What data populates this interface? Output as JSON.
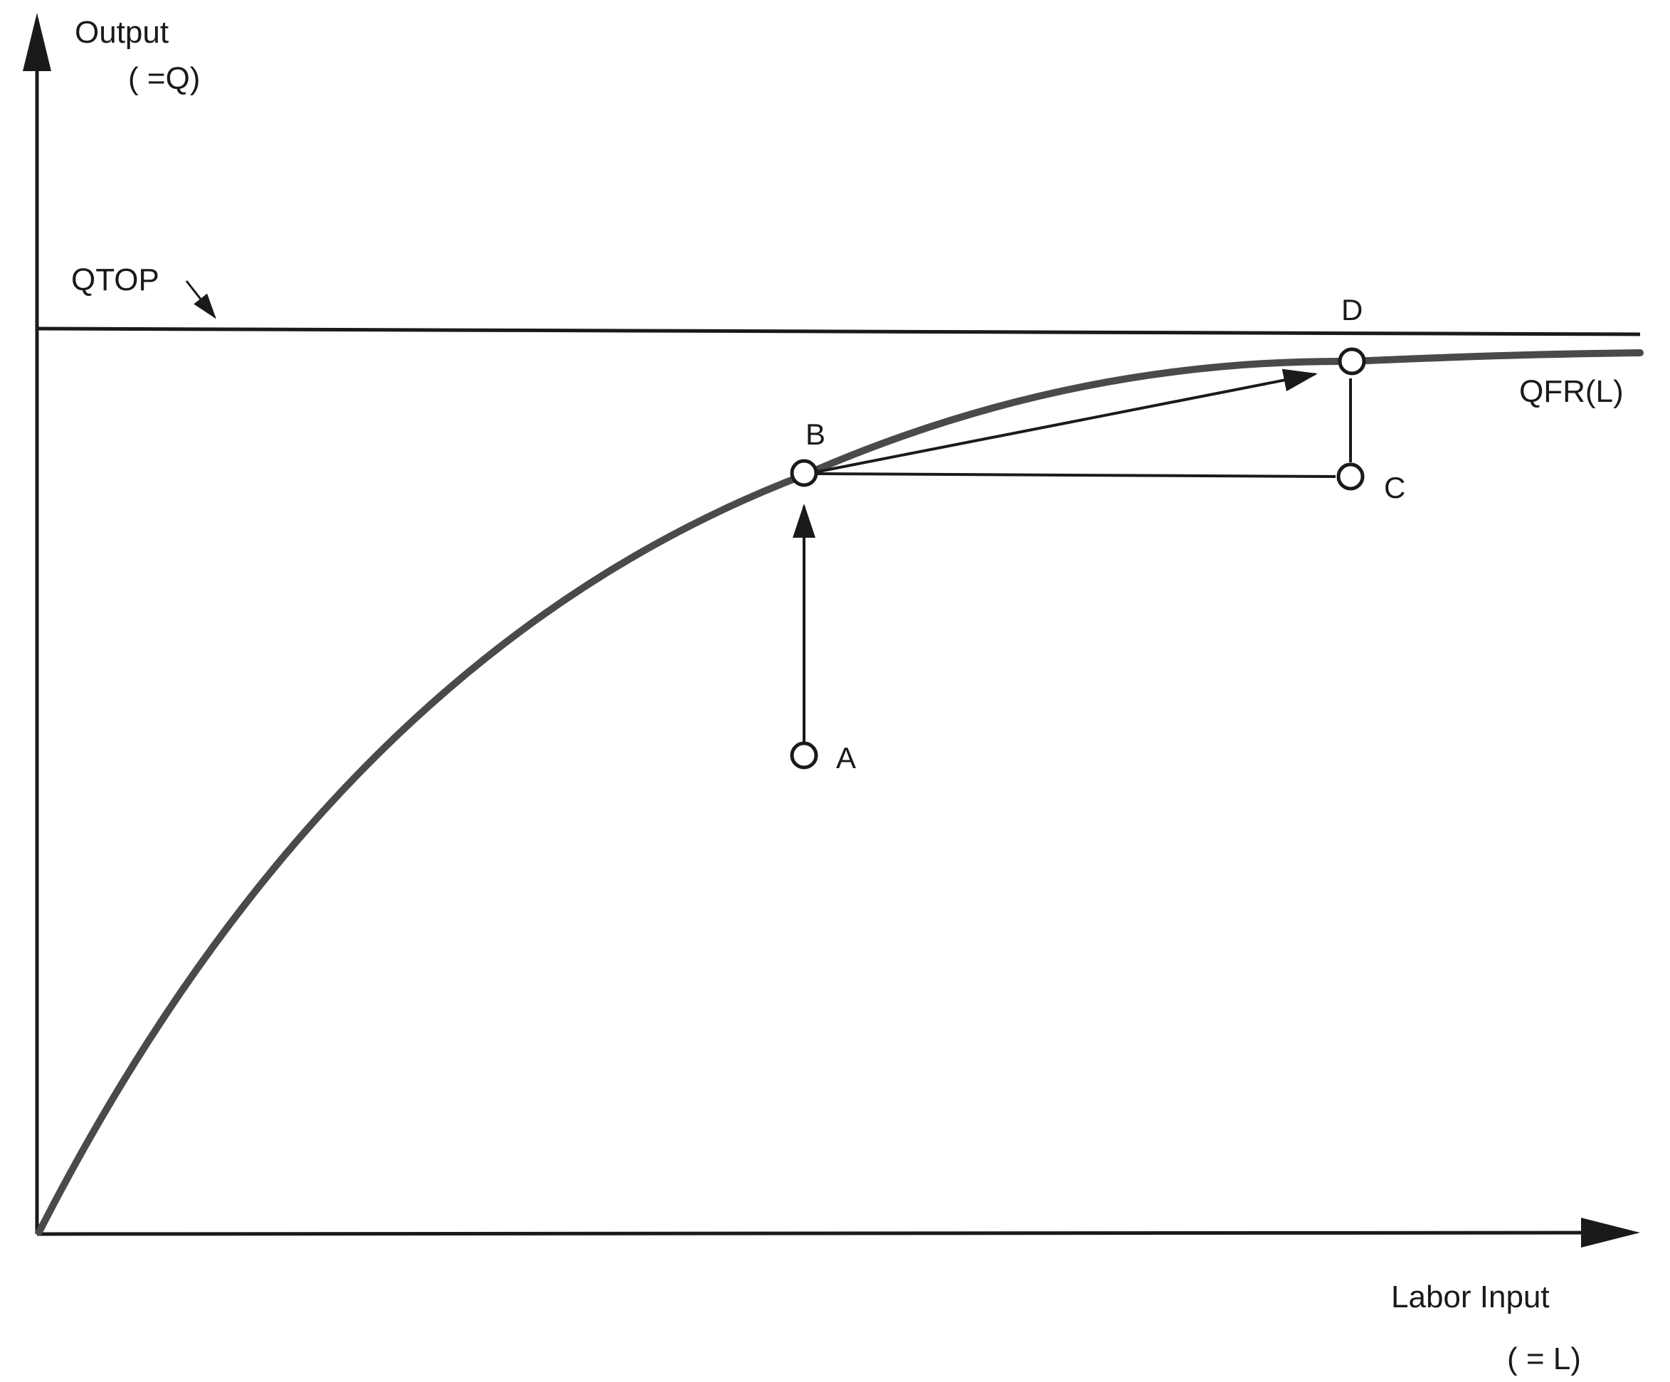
{
  "y_axis": {
    "label_line1": "Output",
    "label_line2": "( =Q)"
  },
  "x_axis": {
    "label_line1": "Labor  Input",
    "label_line2": "( = L)"
  },
  "ceiling": {
    "label": "QTOP"
  },
  "curve": {
    "label": "QFR(L)"
  },
  "points": {
    "a": {
      "label": "A"
    },
    "b": {
      "label": "B"
    },
    "c": {
      "label": "C"
    },
    "d": {
      "label": "D"
    }
  },
  "colors": {
    "ink": "#1a1a1a",
    "curve": "#4a4a4a",
    "background": "#ffffff"
  }
}
